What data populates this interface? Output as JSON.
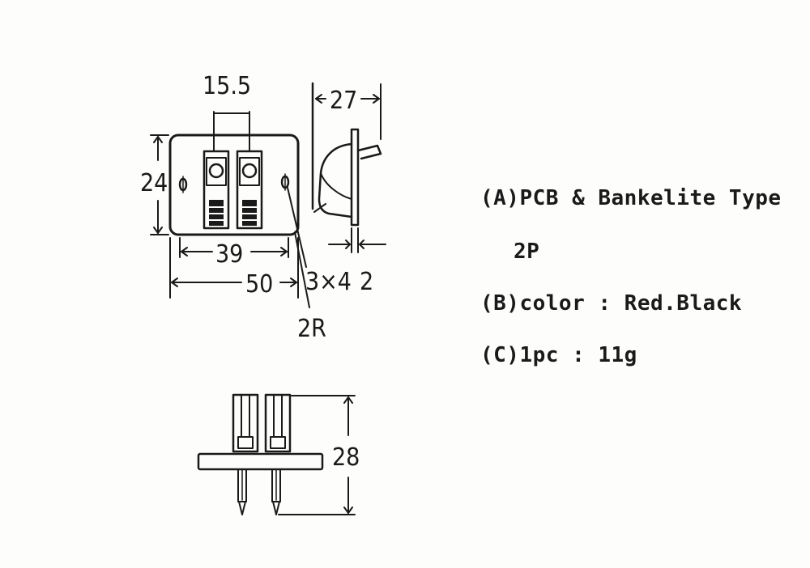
{
  "dimensions": {
    "pin_spacing": "15.5",
    "height": "24",
    "depth": "27",
    "hole_span": "39",
    "width": "50",
    "hole_size": "3×4",
    "plate_thickness": "2",
    "corner_radius": "2R",
    "total_height": "28"
  },
  "specs": {
    "type": "(A)PCB & Bankelite Type",
    "poles": "2P",
    "color": "(B)color : Red.Black",
    "weight": "(C)1pc : 11g"
  }
}
